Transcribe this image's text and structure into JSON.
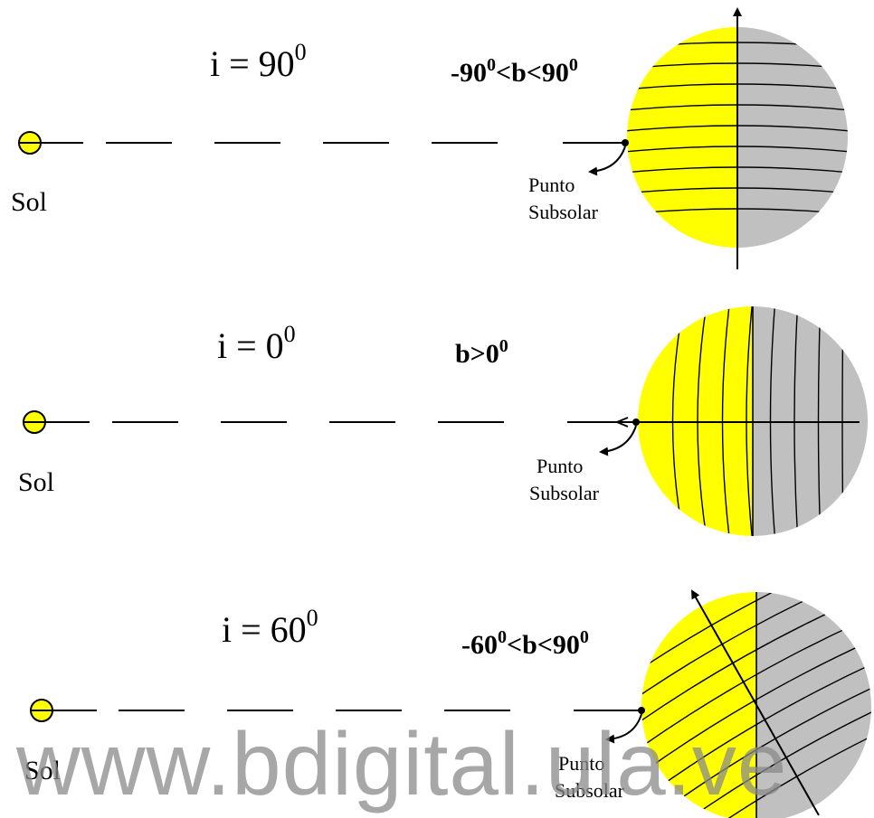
{
  "colors": {
    "sun_fill": "#ffff00",
    "lit_hemisphere": "#ffff00",
    "dark_hemisphere": "#c0c0c0",
    "line": "#000000",
    "watermark": "#8a8a8a"
  },
  "panels": [
    {
      "id": "i90",
      "inclination_value": "90",
      "inclination_prefix": "i = ",
      "inclination_exp": "0",
      "range_parts": [
        "-90",
        "0",
        "<b<90",
        "0"
      ],
      "sun_label": "Sol",
      "subsolar_label_line1": "Punto",
      "subsolar_label_line2": "Subsolar",
      "axis_tilt_deg": 0,
      "latitude_lines": "horizontal"
    },
    {
      "id": "i0",
      "inclination_value": "0",
      "inclination_prefix": "i = ",
      "inclination_exp": "0",
      "range_parts": [
        "b>0",
        "0"
      ],
      "sun_label": "Sol",
      "subsolar_label_line1": "Punto",
      "subsolar_label_line2": "Subsolar",
      "axis_tilt_deg": 90,
      "latitude_lines": "vertical"
    },
    {
      "id": "i60",
      "inclination_value": "60",
      "inclination_prefix": "i = ",
      "inclination_exp": "0",
      "range_parts": [
        "-60",
        "0",
        "<b<90",
        "0"
      ],
      "sun_label": "Sol",
      "subsolar_label_line1": "Punto",
      "subsolar_label_line2": "Subsolar",
      "axis_tilt_deg": 30,
      "latitude_lines": "tilted"
    }
  ],
  "watermark": "www.bdigital.ula.ve"
}
